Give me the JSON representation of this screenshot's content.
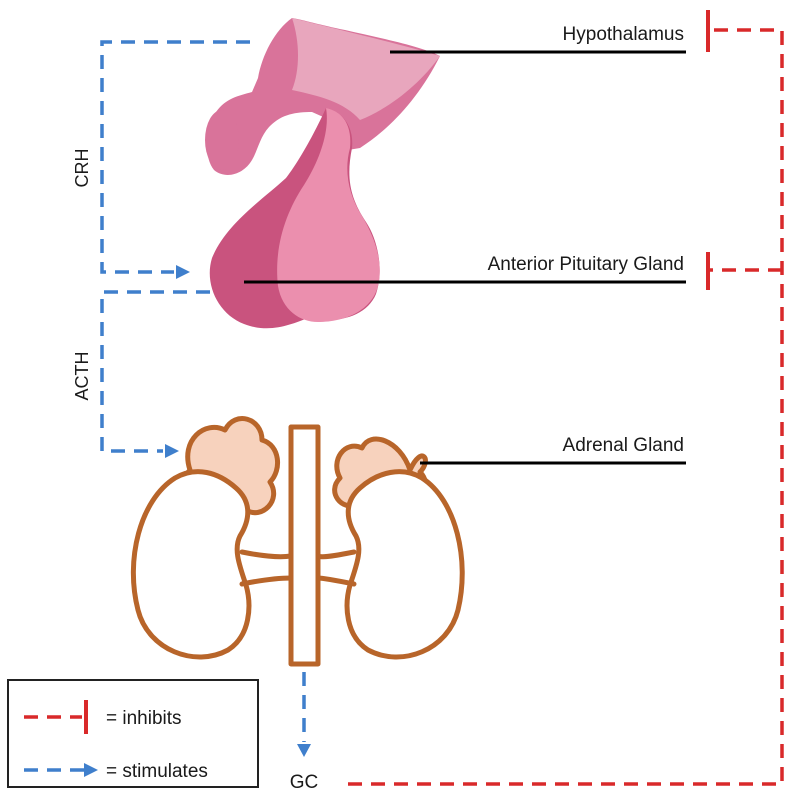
{
  "labels": {
    "hypothalamus": "Hypothalamus",
    "pituitary": "Anterior Pituitary Gland",
    "adrenal": "Adrenal Gland"
  },
  "hormones": {
    "crh": "CRH",
    "acth": "ACTH",
    "gc": "GC"
  },
  "legend": {
    "inhibits": "= inhibits",
    "stimulates": "= stimulates"
  },
  "colors": {
    "stimulate": "#3f7fcc",
    "inhibit": "#d9292a",
    "hypothalamus_light": "#e8a6bd",
    "hypothalamus_mid": "#d9739a",
    "pituitary_dark": "#c9537e",
    "pituitary_light": "#eb8fae",
    "adrenal_outline": "#b8652a",
    "adrenal_fill": "#f7d2bd"
  }
}
